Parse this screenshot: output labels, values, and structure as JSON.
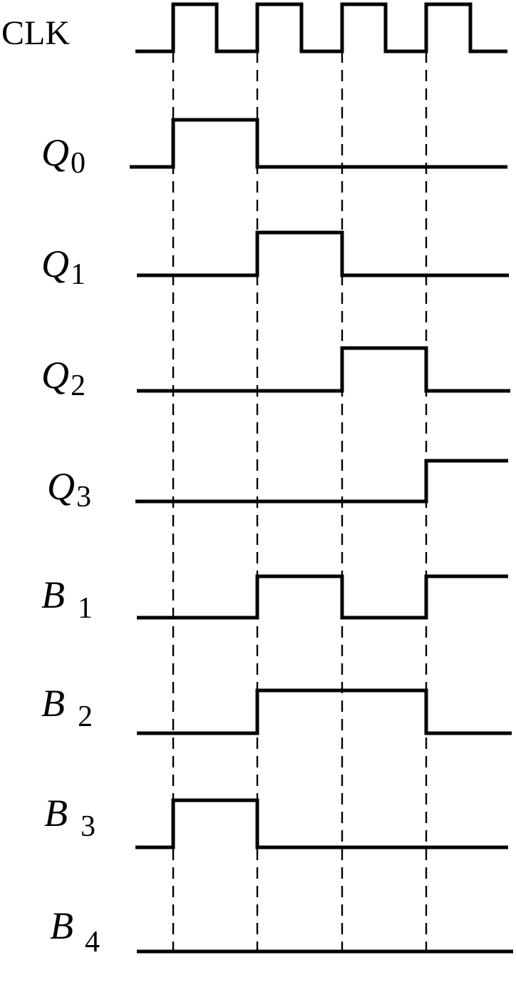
{
  "colors": {
    "ink": "#000000",
    "background": "#ffffff"
  },
  "clock_edges": [
    1,
    2,
    3,
    4
  ],
  "signals": [
    {
      "id": "clk",
      "name": "CLK",
      "sub": "",
      "italic": false,
      "levels": [
        0,
        1,
        0,
        1,
        0,
        1,
        0,
        1,
        0
      ]
    },
    {
      "id": "q0",
      "name": "Q",
      "sub": "0",
      "italic": true,
      "levels": [
        0,
        1,
        0,
        0,
        0
      ]
    },
    {
      "id": "q1",
      "name": "Q",
      "sub": "1",
      "italic": true,
      "levels": [
        0,
        0,
        1,
        0,
        0
      ]
    },
    {
      "id": "q2",
      "name": "Q",
      "sub": "2",
      "italic": true,
      "levels": [
        0,
        0,
        0,
        1,
        0
      ]
    },
    {
      "id": "q3",
      "name": "Q",
      "sub": "3",
      "italic": true,
      "levels": [
        0,
        0,
        0,
        0,
        1
      ]
    },
    {
      "id": "b1",
      "name": "B",
      "sub": "1",
      "italic": true,
      "levels": [
        0,
        0,
        1,
        0,
        1
      ]
    },
    {
      "id": "b2",
      "name": "B",
      "sub": "2",
      "italic": true,
      "levels": [
        0,
        0,
        1,
        1,
        0
      ]
    },
    {
      "id": "b3",
      "name": "B",
      "sub": "3",
      "italic": true,
      "levels": [
        0,
        1,
        0,
        0,
        0
      ]
    },
    {
      "id": "b4",
      "name": "B",
      "sub": "4",
      "italic": true,
      "levels": [
        0,
        0,
        0,
        0,
        0
      ]
    }
  ]
}
